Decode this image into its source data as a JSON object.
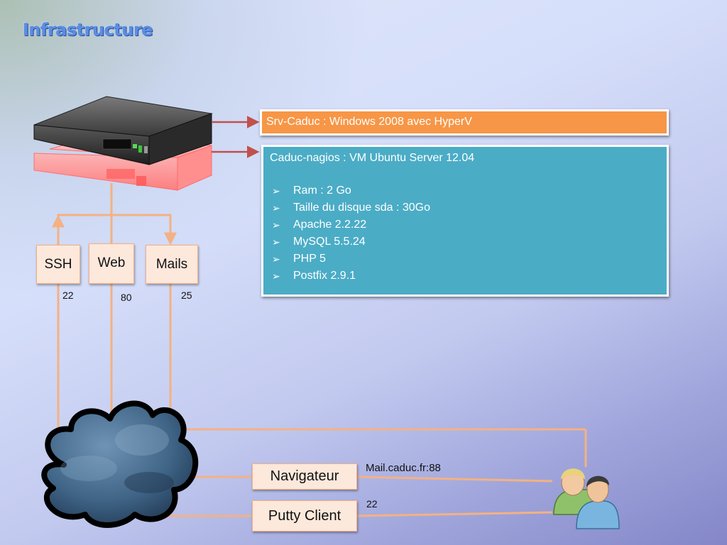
{
  "slide": {
    "title": "Infrastructure"
  },
  "colors": {
    "orange": "#f79646",
    "teal": "#4bacc6",
    "wire": "#f4b183",
    "box_fill": "#fde8dc"
  },
  "server_host": {
    "label": "Srv-Caduc : Windows 2008 avec HyperV",
    "icon": "rack-server-icon"
  },
  "vm": {
    "title": "Caduc-nagios : VM Ubuntu Server 12.04",
    "bullet": "➢",
    "specs": [
      "Ram : 2 Go",
      "Taille du disque sda : 30Go",
      "Apache  2.2.22",
      "MySQL 5.5.24",
      "PHP  5",
      "Postfix 2.9.1"
    ],
    "icon": "virtual-server-icon"
  },
  "services": [
    {
      "name": "SSH",
      "port": "22"
    },
    {
      "name": "Web",
      "port": "80"
    },
    {
      "name": "Mails",
      "port": "25"
    }
  ],
  "clients": {
    "browser": {
      "label": "Navigateur",
      "target": "Mail.caduc.fr:88"
    },
    "ssh": {
      "label": "Putty Client",
      "port": "22"
    }
  },
  "icons": {
    "cloud": "internet-cloud-icon",
    "users": "users-icon"
  }
}
